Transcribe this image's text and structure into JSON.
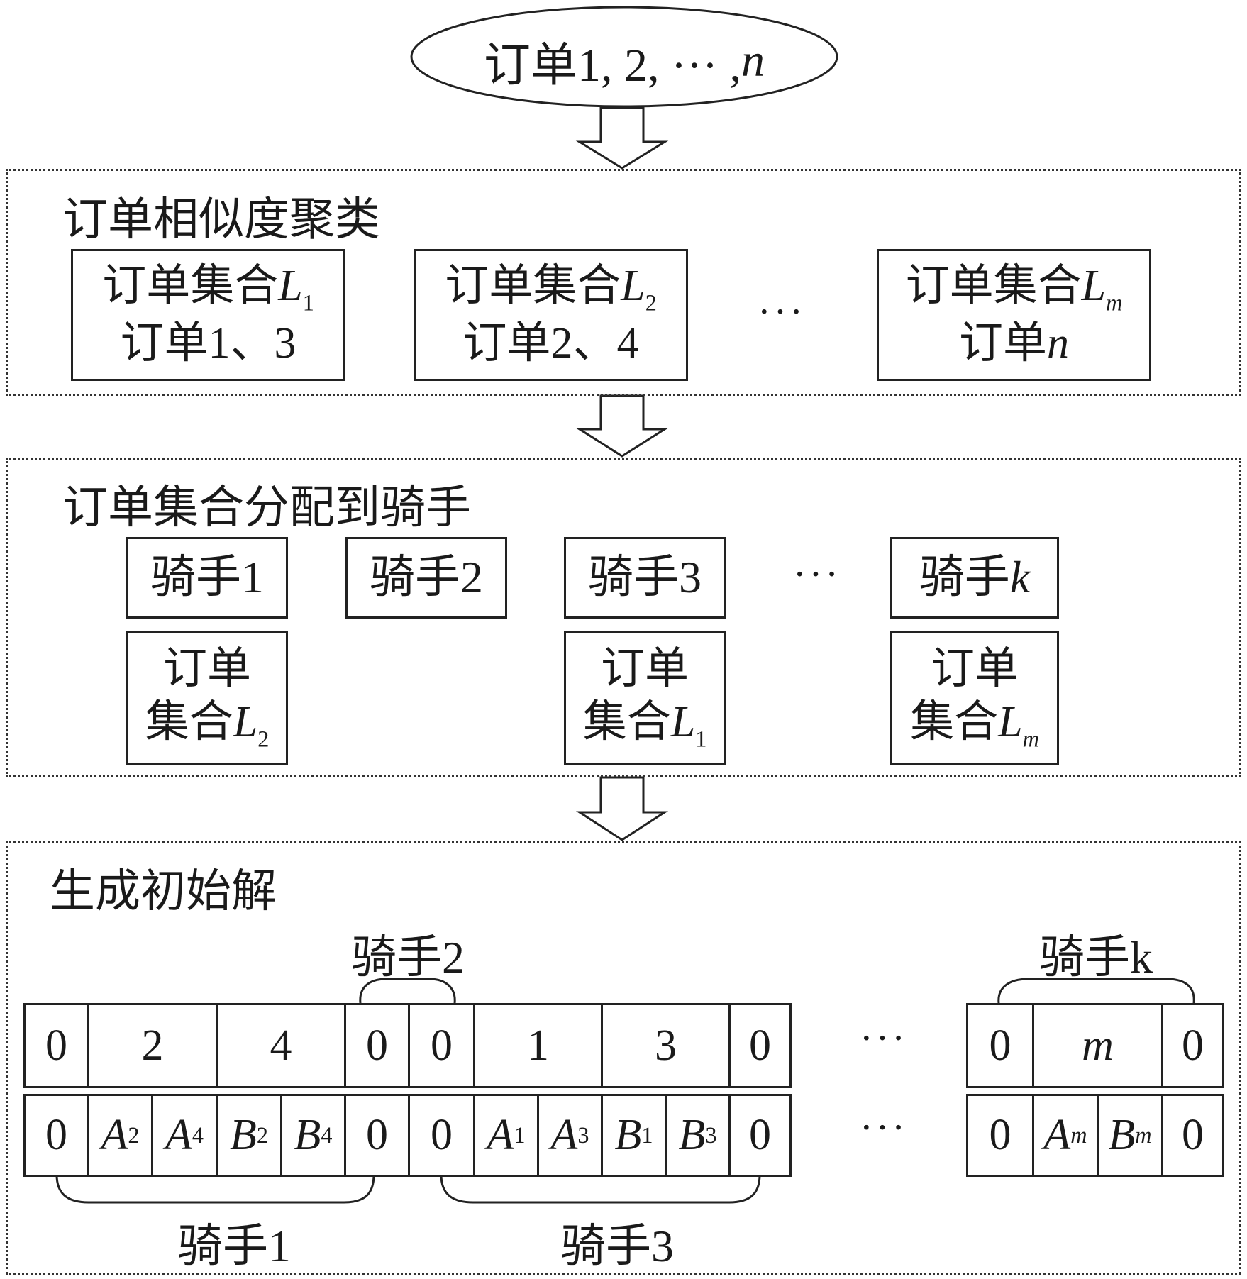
{
  "input_node": {
    "prefix": "订单1, 2, ··· , ",
    "var": "n"
  },
  "stage1": {
    "title": "订单相似度聚类",
    "sets": [
      {
        "title": "订单集合",
        "var": "L",
        "sub": "1",
        "sub_italic": false,
        "orders_prefix": "订单1、3",
        "orders_var": ""
      },
      {
        "title": "订单集合",
        "var": "L",
        "sub": "2",
        "sub_italic": false,
        "orders_prefix": "订单2、4",
        "orders_var": ""
      },
      {
        "title": "订单集合",
        "var": "L",
        "sub": "m",
        "sub_italic": true,
        "orders_prefix": "订单",
        "orders_var": "n"
      }
    ],
    "ellipsis": "···"
  },
  "stage2": {
    "title": "订单集合分配到骑手",
    "riders": [
      {
        "prefix": "骑手",
        "num": "1",
        "num_italic": false
      },
      {
        "prefix": "骑手",
        "num": "2",
        "num_italic": false
      },
      {
        "prefix": "骑手",
        "num": "3",
        "num_italic": false
      },
      {
        "prefix": "骑手",
        "num": "k",
        "num_italic": true
      }
    ],
    "ellipsis": "···",
    "assignments": [
      {
        "line1": "订单",
        "line2": "集合",
        "var": "L",
        "sub": "2",
        "sub_italic": false
      },
      {
        "line1": "订单",
        "line2": "集合",
        "var": "L",
        "sub": "1",
        "sub_italic": false
      },
      {
        "line1": "订单",
        "line2": "集合",
        "var": "L",
        "sub": "m",
        "sub_italic": true
      }
    ]
  },
  "stage3": {
    "title": "生成初始解",
    "top_strip_a": [
      "0",
      "2",
      "4",
      "0",
      "0",
      "1",
      "3",
      "0"
    ],
    "top_strip_b": [
      "0",
      "m",
      "0"
    ],
    "bottom_strip_a": [
      {
        "v": "0",
        "s": ""
      },
      {
        "v": "A",
        "s": "2"
      },
      {
        "v": "A",
        "s": "4"
      },
      {
        "v": "B",
        "s": "2"
      },
      {
        "v": "B",
        "s": "4"
      },
      {
        "v": "0",
        "s": ""
      },
      {
        "v": "0",
        "s": ""
      },
      {
        "v": "A",
        "s": "1"
      },
      {
        "v": "A",
        "s": "3"
      },
      {
        "v": "B",
        "s": "1"
      },
      {
        "v": "B",
        "s": "3"
      },
      {
        "v": "0",
        "s": ""
      }
    ],
    "bottom_strip_b": [
      {
        "v": "0",
        "s": ""
      },
      {
        "v": "A",
        "s": "m"
      },
      {
        "v": "B",
        "s": "m"
      },
      {
        "v": "0",
        "s": ""
      }
    ],
    "ellipsis": "···",
    "brace_labels": {
      "rider2": "骑手2",
      "riderk": "骑手k",
      "rider1": "骑手1",
      "rider3": "骑手3"
    }
  },
  "colors": {
    "stroke": "#222222",
    "background": "#ffffff"
  }
}
